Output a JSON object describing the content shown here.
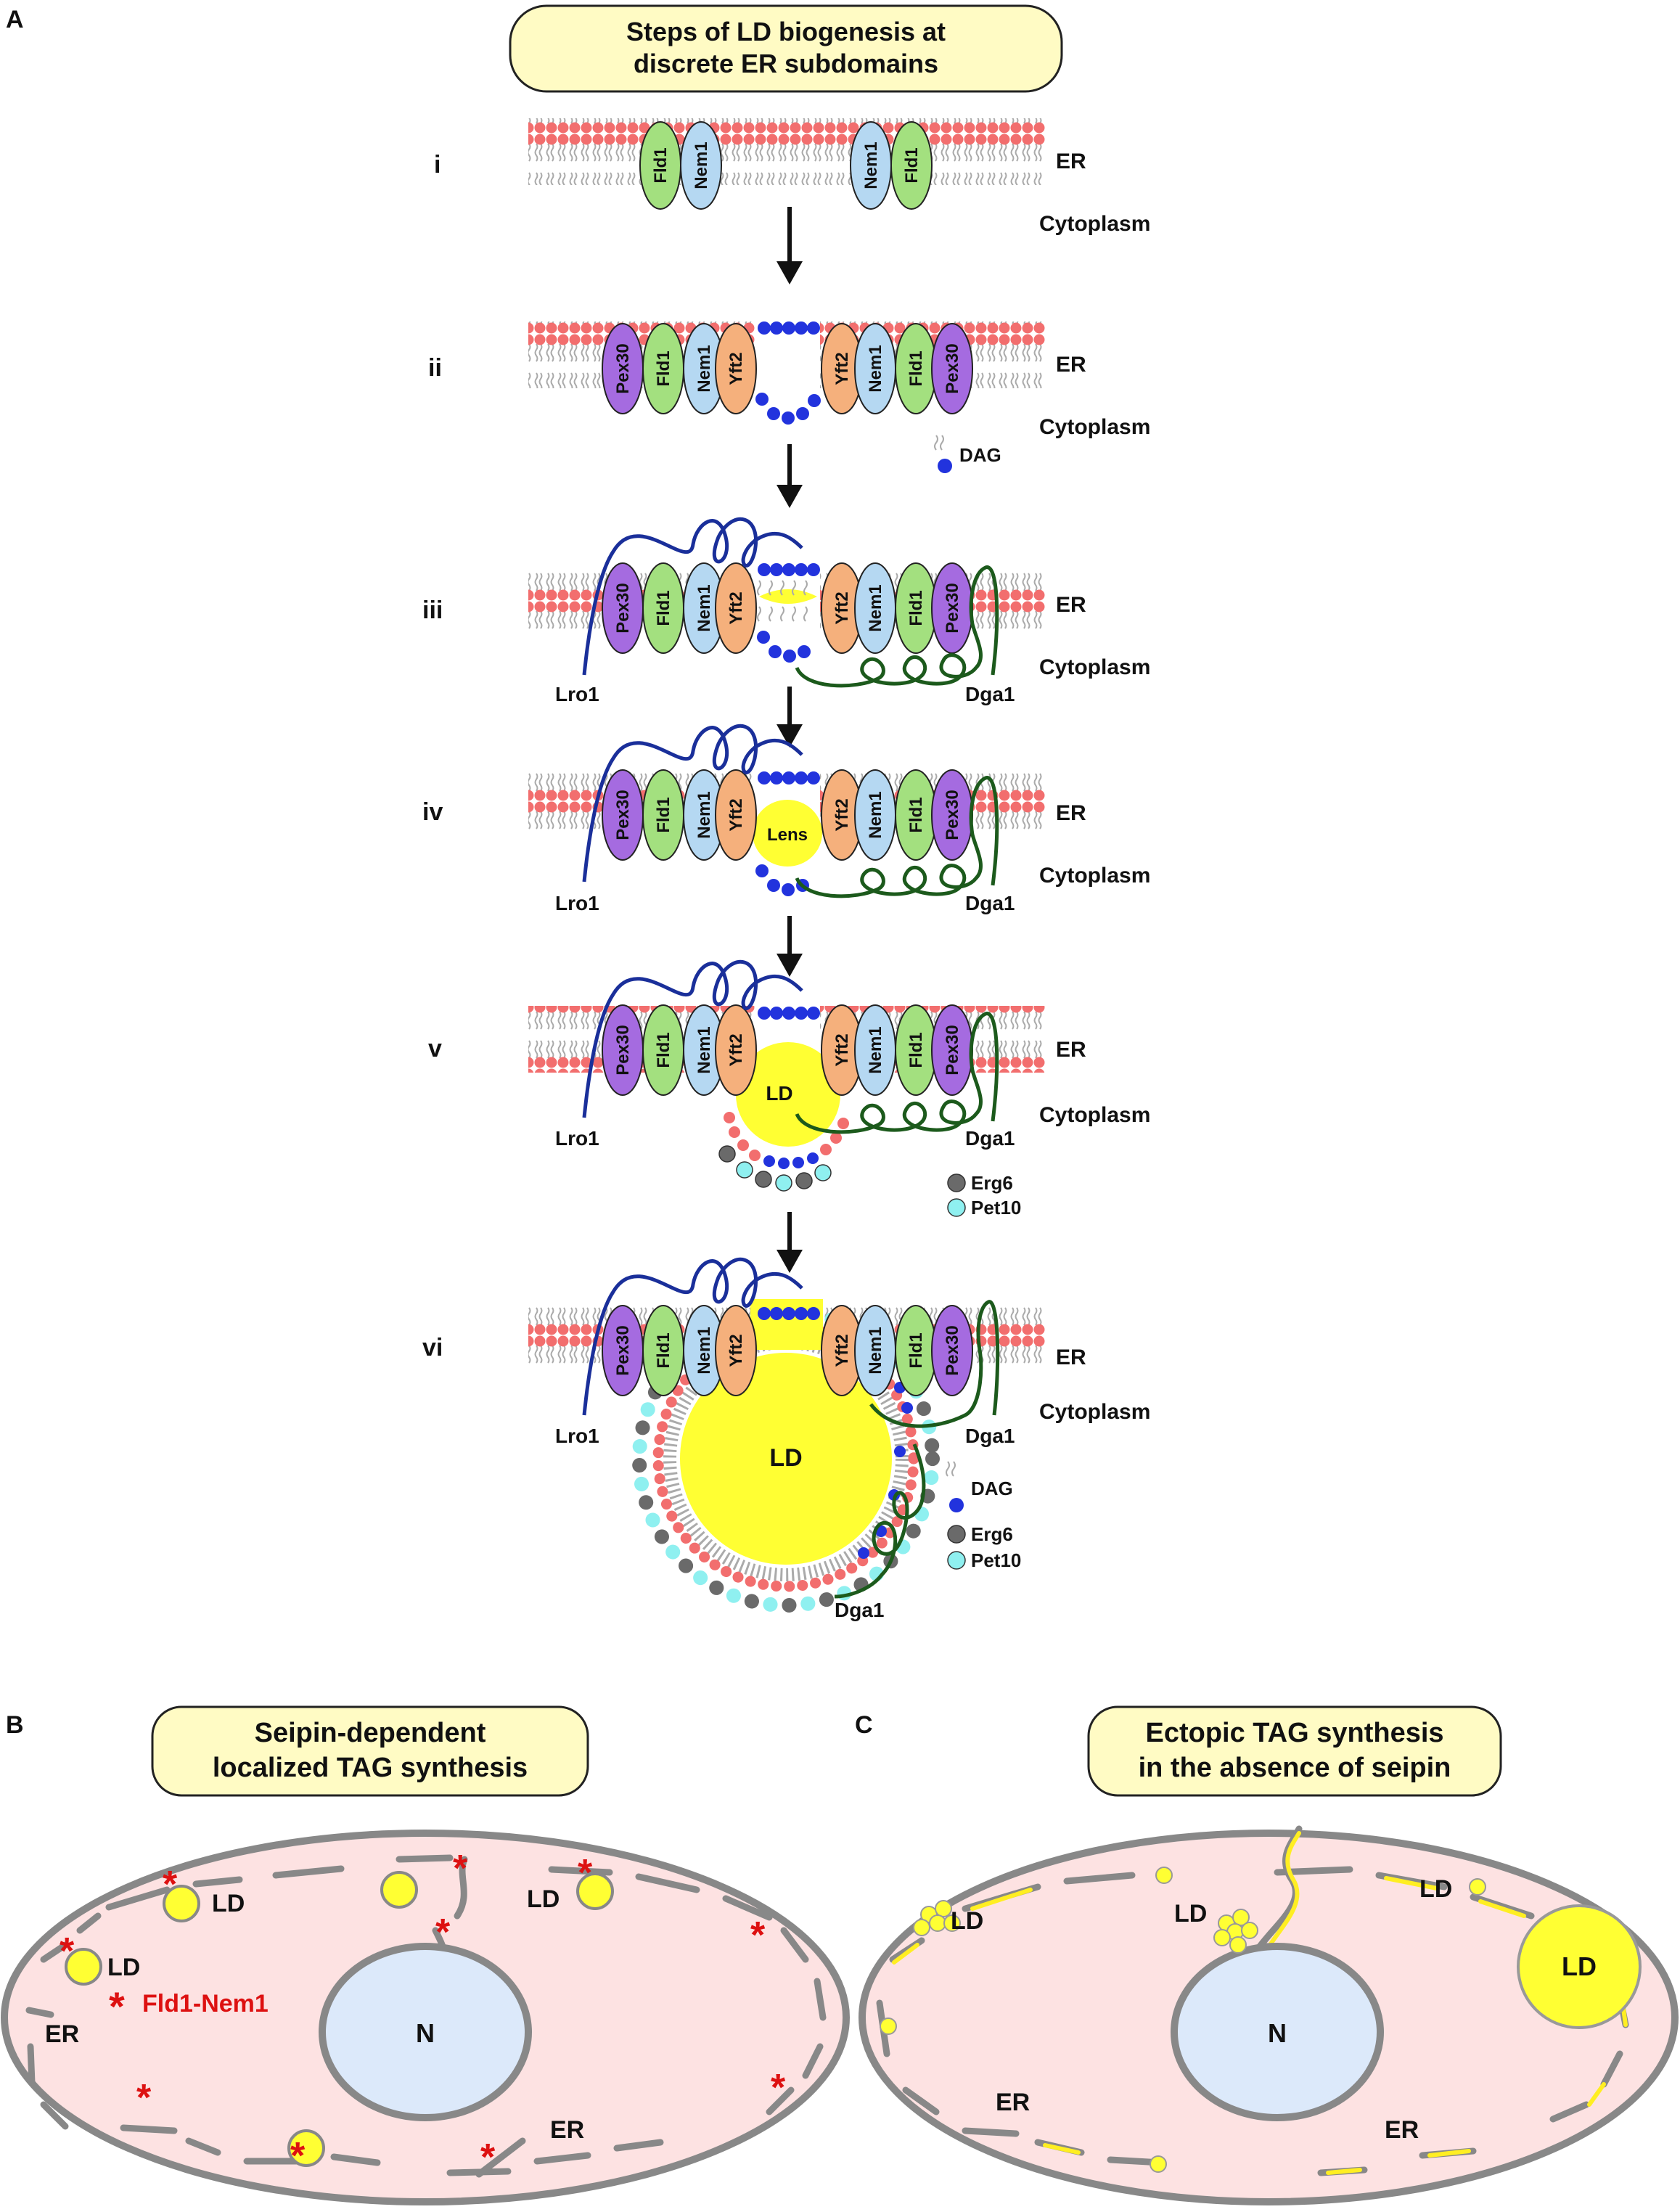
{
  "panels": {
    "a": "A",
    "b": "B",
    "c": "C"
  },
  "title_a": {
    "line1": "Steps of LD biogenesis at",
    "line2": "discrete ER subdomains"
  },
  "title_b": {
    "line1": "Seipin-dependent",
    "line2": "localized TAG synthesis"
  },
  "title_c": {
    "line1": "Ectopic TAG synthesis",
    "line2": "in the absence of seipin"
  },
  "compartments": {
    "er": "ER",
    "cytoplasm": "Cytoplasm",
    "ld": "LD",
    "lens": "Lens",
    "nucleus": "N"
  },
  "steps": [
    "i",
    "ii",
    "iii",
    "iv",
    "v",
    "vi"
  ],
  "proteins": {
    "fld1": "Fld1",
    "nem1": "Nem1",
    "pex30": "Pex30",
    "yft2": "Yft2",
    "lro1": "Lro1",
    "dga1": "Dga1"
  },
  "legend": {
    "dag": "DAG",
    "erg6": "Erg6",
    "pet10": "Pet10",
    "fld1_nem1": "Fld1-Nem1"
  },
  "colors": {
    "headgroup": "#f26e6e",
    "tail": "#aaaaaa",
    "fld1": "#a3e07f",
    "nem1": "#b5d8f2",
    "pex30": "#a56be0",
    "yft2": "#f5b07c",
    "dag": "#2233dd",
    "lipid_droplet": "#ffff33",
    "lro1": "#1a2f9a",
    "dga1": "#1c5a1c",
    "erg6": "#6a6a6a",
    "pet10": "#8ff0f0",
    "cell": "#fde2e2",
    "nucleus": "#dce9fa",
    "title_box": "#fffbc4"
  }
}
